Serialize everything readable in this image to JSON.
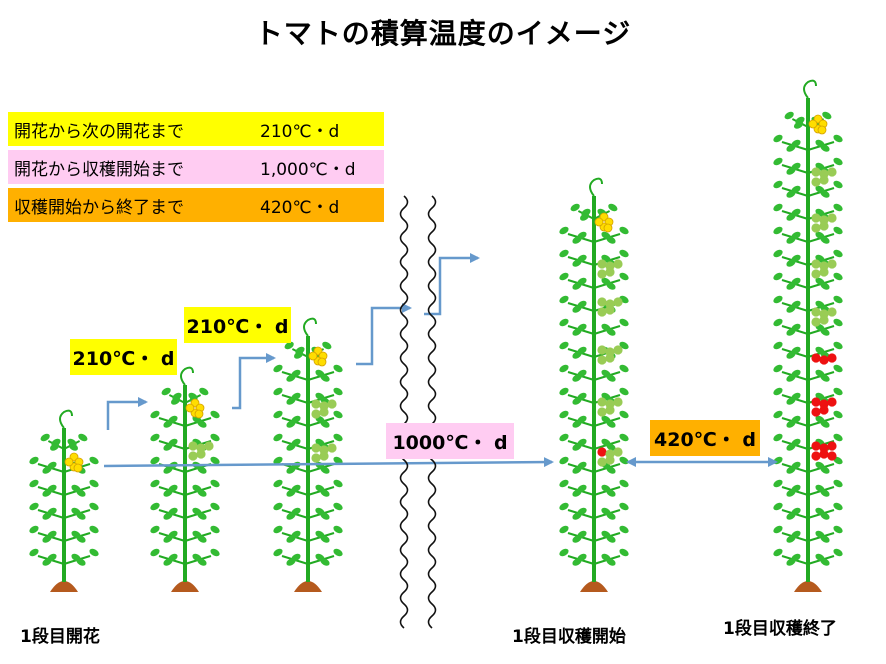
{
  "title": "トマトの積算温度のイメージ",
  "legend": [
    {
      "label": "開花から次の開花まで",
      "value": "210℃・d",
      "color": "#ffff00"
    },
    {
      "label": "開花から収穫開始まで",
      "value": "1,000℃・d",
      "color": "#ffccf2"
    },
    {
      "label": "収穫開始から終了まで",
      "value": "420℃・d",
      "color": "#ffb000"
    }
  ],
  "callouts": {
    "first_interval": "210℃・ d",
    "second_interval": "210℃・ d",
    "to_harvest": "1000℃・ d",
    "harvest_period": "420℃・ d"
  },
  "plant_labels": {
    "first_flowering": "1段目開花",
    "harvest_start": "1段目収穫開始",
    "harvest_end": "1段目収穫終了"
  },
  "colors": {
    "stem": "#22aa22",
    "leaf": "#33bb33",
    "green_fruit": "#99cc55",
    "red_fruit": "#ee1111",
    "flower": "#ffdd00",
    "soil": "#b55a1e",
    "arrow": "#6699cc"
  }
}
